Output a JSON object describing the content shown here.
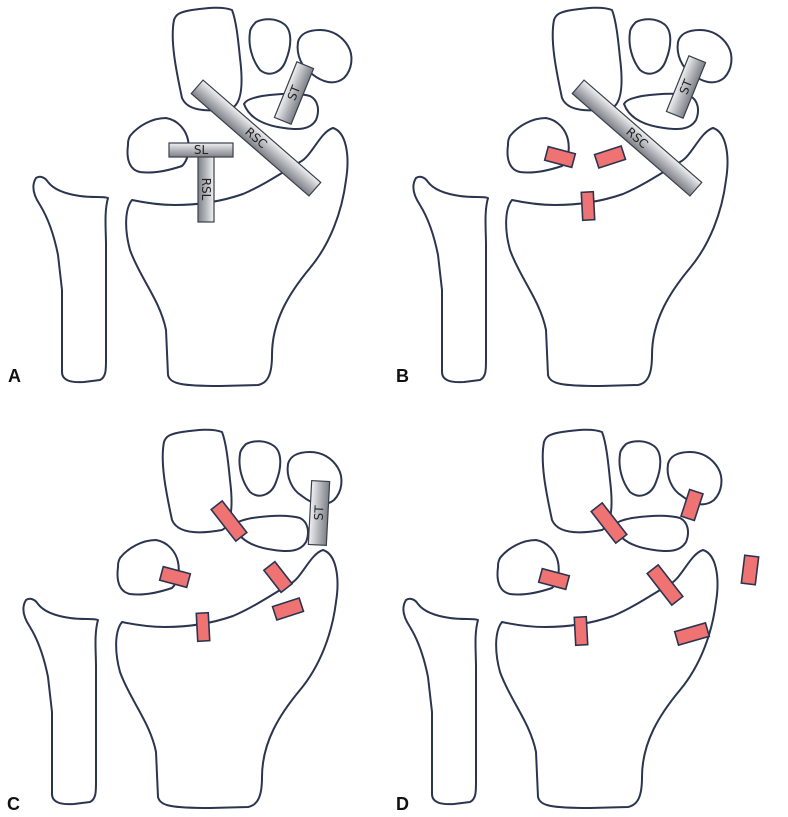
{
  "panels": [
    {
      "label": "A",
      "ligaments": [
        "SL",
        "RSL",
        "RSC",
        "ST"
      ]
    },
    {
      "label": "B",
      "ligaments": [
        "RSC",
        "ST"
      ]
    },
    {
      "label": "C",
      "ligaments": [
        "ST"
      ]
    },
    {
      "label": "D",
      "ligaments": []
    }
  ],
  "colors": {
    "outline": "#2b3550",
    "ligament_gray": "#a9abb0",
    "cut_red": "#f07373"
  }
}
